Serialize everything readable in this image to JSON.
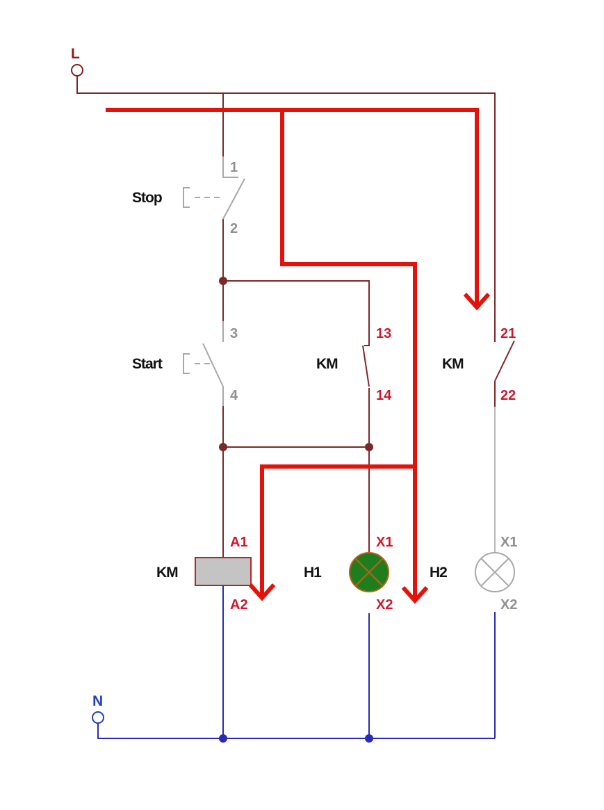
{
  "terminals": {
    "line": "L",
    "neutral": "N"
  },
  "components": {
    "stop": {
      "label": "Stop",
      "pin_top": "1",
      "pin_bottom": "2"
    },
    "start": {
      "label": "Start",
      "pin_top": "3",
      "pin_bottom": "4"
    },
    "km_no_contact": {
      "label": "KM",
      "pin_top": "13",
      "pin_bottom": "14"
    },
    "km_nc_contact": {
      "label": "KM",
      "pin_top": "21",
      "pin_bottom": "22"
    },
    "km_coil": {
      "label": "KM",
      "pin_top": "A1",
      "pin_bottom": "A2"
    },
    "h1_lamp": {
      "label": "H1",
      "pin_top": "X1",
      "pin_bottom": "X2",
      "state": "on"
    },
    "h2_lamp": {
      "label": "H2",
      "pin_top": "X1",
      "pin_bottom": "X2",
      "state": "off"
    }
  },
  "colors": {
    "line_wire": "#7b2828",
    "neutral_wire": "#2a2ab8",
    "inactive_wire": "#b8b8b8",
    "active_label": "#d0182d",
    "inactive_label": "#909090",
    "neutral_label": "#1f3fc0",
    "line_label": "#8c1b1b",
    "flow_arrow": "#e3120b",
    "coil_fill": "#c4c4c4",
    "coil_border": "#c22020",
    "lamp_on_fill": "#1e7e1e",
    "lamp_on_border": "#c06018",
    "lamp_off_border": "#a8a8a8",
    "text_dark": "#111111"
  }
}
